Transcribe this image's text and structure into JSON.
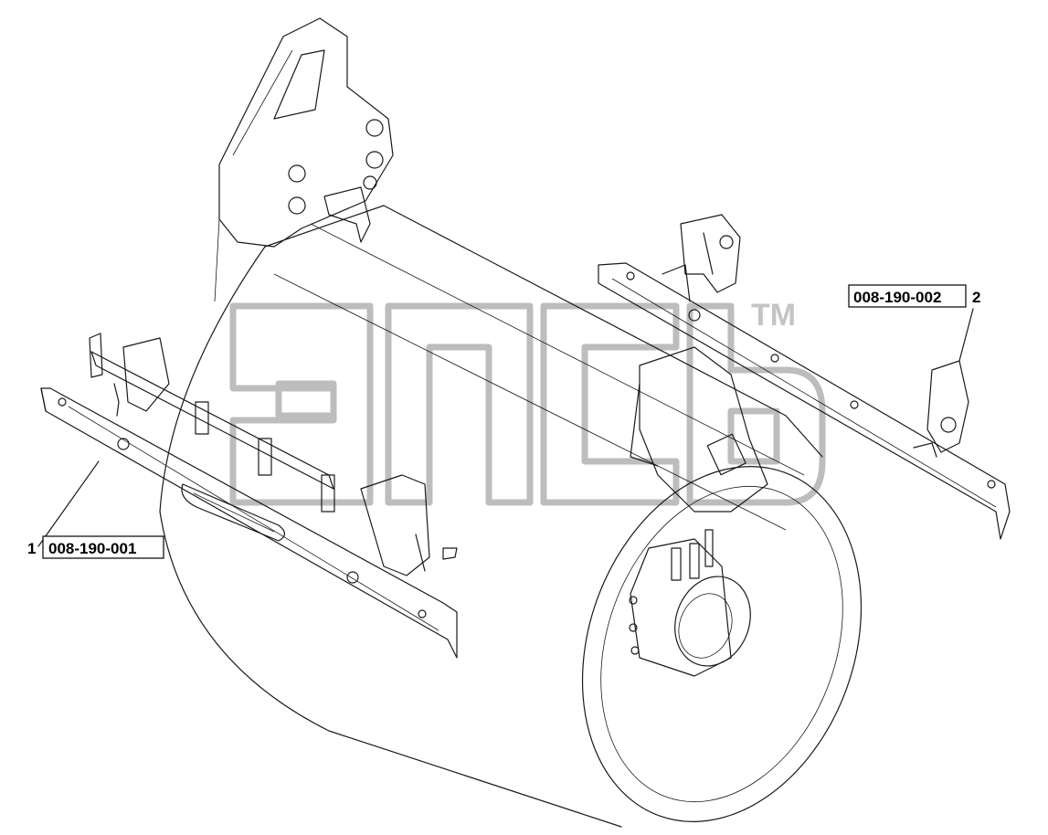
{
  "callouts": [
    {
      "number": "1",
      "part_code": "008-190-001"
    },
    {
      "number": "2",
      "part_code": "008-190-002"
    }
  ],
  "watermark": {
    "logo_text": "",
    "trademark": "TM"
  },
  "colors": {
    "line": "#1a1a1a",
    "watermark": "#bdbdbd",
    "background": "#ffffff"
  }
}
